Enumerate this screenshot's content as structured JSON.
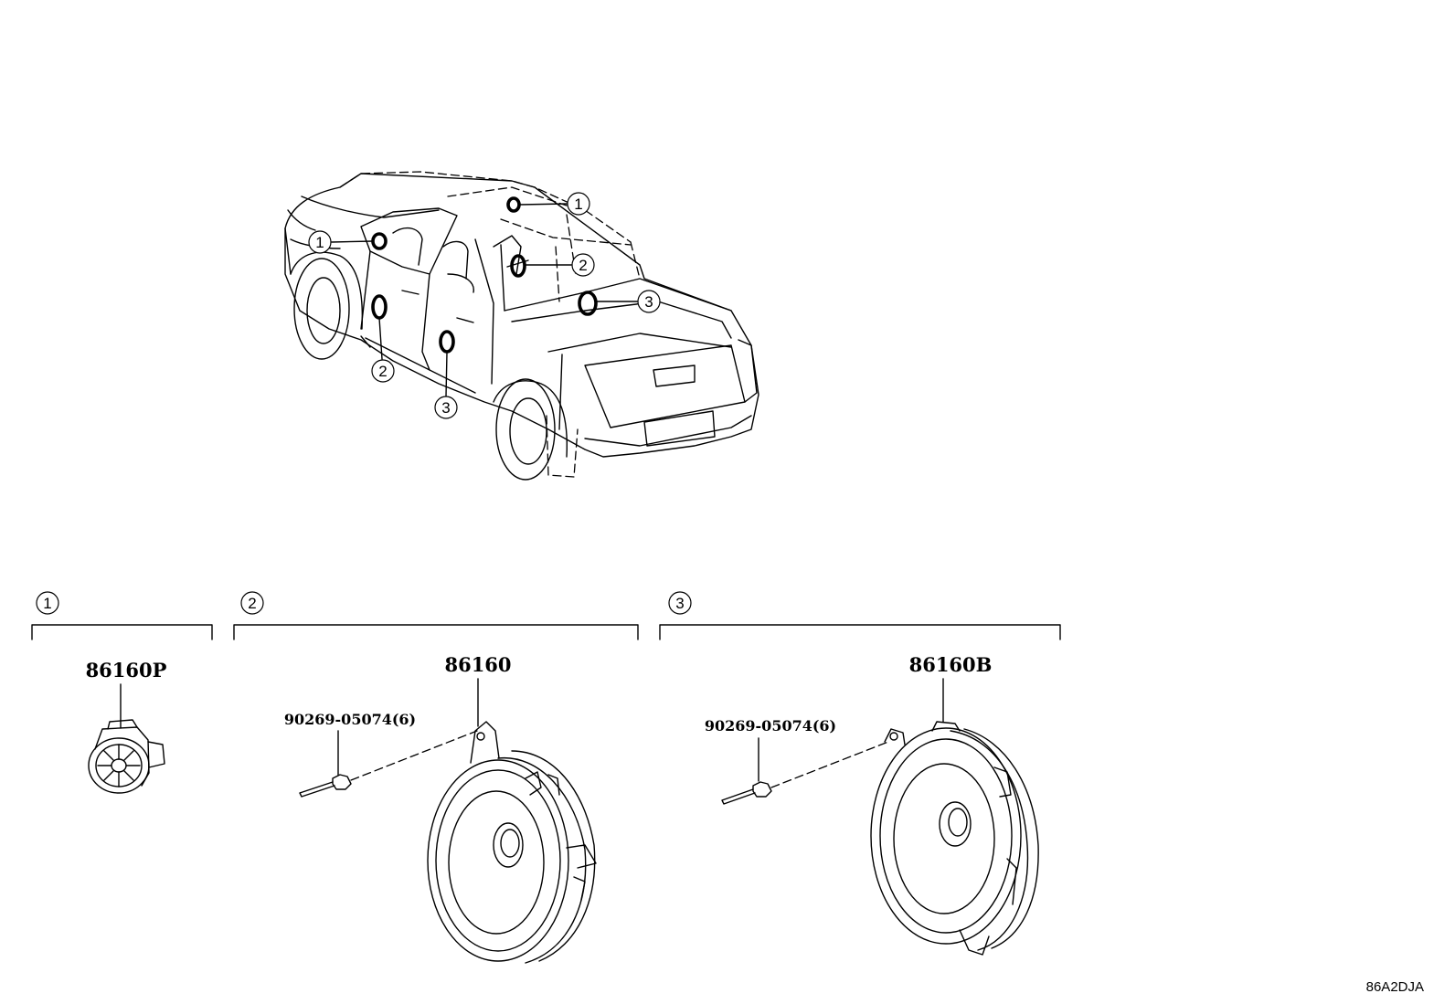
{
  "diagram": {
    "callouts": [
      "1",
      "2",
      "3"
    ],
    "sections": [
      {
        "number": "1",
        "parts": [
          {
            "part_number": "86160P"
          }
        ]
      },
      {
        "number": "2",
        "parts": [
          {
            "part_number": "86160"
          },
          {
            "part_number": "90269-05074(6)"
          }
        ]
      },
      {
        "number": "3",
        "parts": [
          {
            "part_number": "86160B"
          },
          {
            "part_number": "90269-05074(6)"
          }
        ]
      }
    ],
    "illustration_code": "86A2DJA"
  }
}
